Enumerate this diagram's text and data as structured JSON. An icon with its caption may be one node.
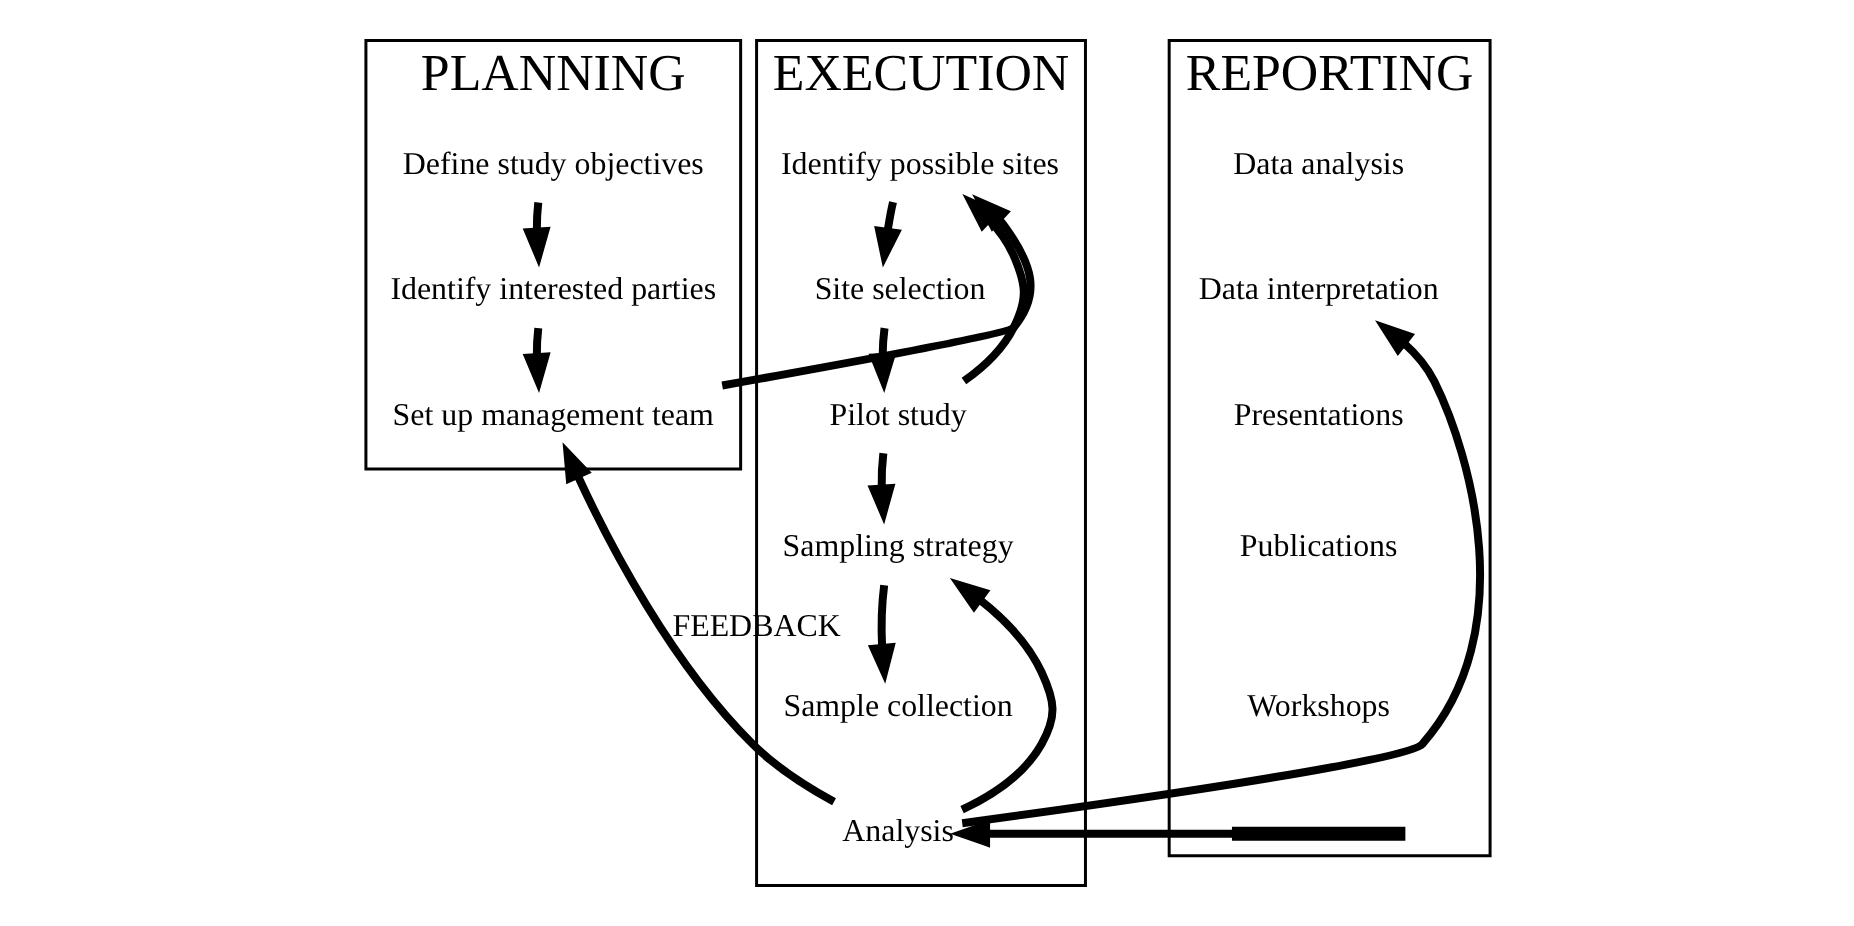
{
  "diagram": {
    "nodes": [
      {
        "text": [
          "PLANNING"
        ]
      },
      {
        "text": [
          "Define study objectives"
        ],
        "in": 0
      },
      {
        "text": [
          "Identify interested parties"
        ],
        "in": 0
      },
      {
        "text": [
          "Set up management team"
        ],
        "in": 0
      },
      {
        "text": [
          "EXECUTION"
        ]
      },
      {
        "text": [
          "Identify possible sites"
        ],
        "in": 4
      },
      {
        "text": [
          "Site selection"
        ],
        "in": 4
      },
      {
        "text": [
          "Pilot study"
        ],
        "in": 4
      },
      {
        "text": [
          "Sampling strategy"
        ],
        "in": 4
      },
      {
        "text": [
          "Sample collection"
        ],
        "in": 4
      },
      {
        "text": [
          "Analysis"
        ],
        "in": 4
      },
      {
        "text": [
          "REPORTING"
        ]
      },
      {
        "text": [
          "Data analysis"
        ],
        "in": 11
      },
      {
        "text": [
          "Data interpretation"
        ],
        "in": 11
      },
      {
        "text": [
          "Presentations"
        ],
        "in": 11
      },
      {
        "text": [
          "Publications"
        ],
        "in": 11
      },
      {
        "text": [
          "Workshops"
        ],
        "in": 11
      },
      {
        "text": [],
        "shape": "bar",
        "in": 11
      }
    ],
    "edges": [
      {
        "from": 1,
        "to": 2,
        "arrow": "to"
      },
      {
        "from": 2,
        "to": 3,
        "arrow": "to"
      },
      {
        "from": 3,
        "to": 5,
        "arrow": "to"
      },
      {
        "from": 5,
        "to": 6,
        "arrow": "to"
      },
      {
        "from": 6,
        "to": 7,
        "arrow": "to"
      },
      {
        "from": 7,
        "to": 5,
        "arrow": "to"
      },
      {
        "from": 7,
        "to": 8,
        "arrow": "to"
      },
      {
        "from": 8,
        "to": 9,
        "arrow": "to"
      },
      {
        "from": 10,
        "to": 8,
        "arrow": "to"
      },
      {
        "from": 10,
        "to": 13,
        "arrow": "to"
      },
      {
        "from": 17,
        "to": 10,
        "arrow": "to"
      },
      {
        "from": 10,
        "to": 3,
        "arrow": "to",
        "label": "FEEDBACK"
      }
    ]
  }
}
